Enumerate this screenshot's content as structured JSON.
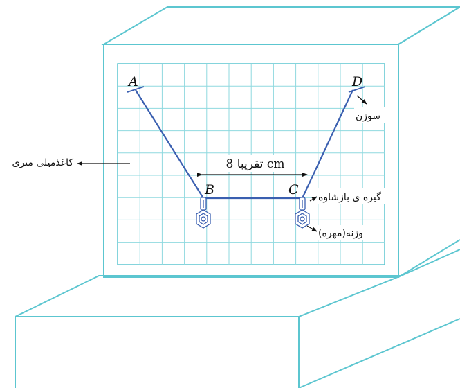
{
  "points": {
    "a": "A",
    "b": "B",
    "c": "C",
    "d": "D"
  },
  "labels": {
    "graph_paper": "کاغذمیلی متری",
    "needle": "سوزن",
    "clip": "گیره ی بازشاوه",
    "weight": "وزنه(مهره)",
    "distance": "تقریبا 8 cm"
  },
  "colors": {
    "frame": "#5cc6d0",
    "grid": "#8fd9df",
    "string": "#3a5fb0",
    "arrow": "#111111"
  }
}
